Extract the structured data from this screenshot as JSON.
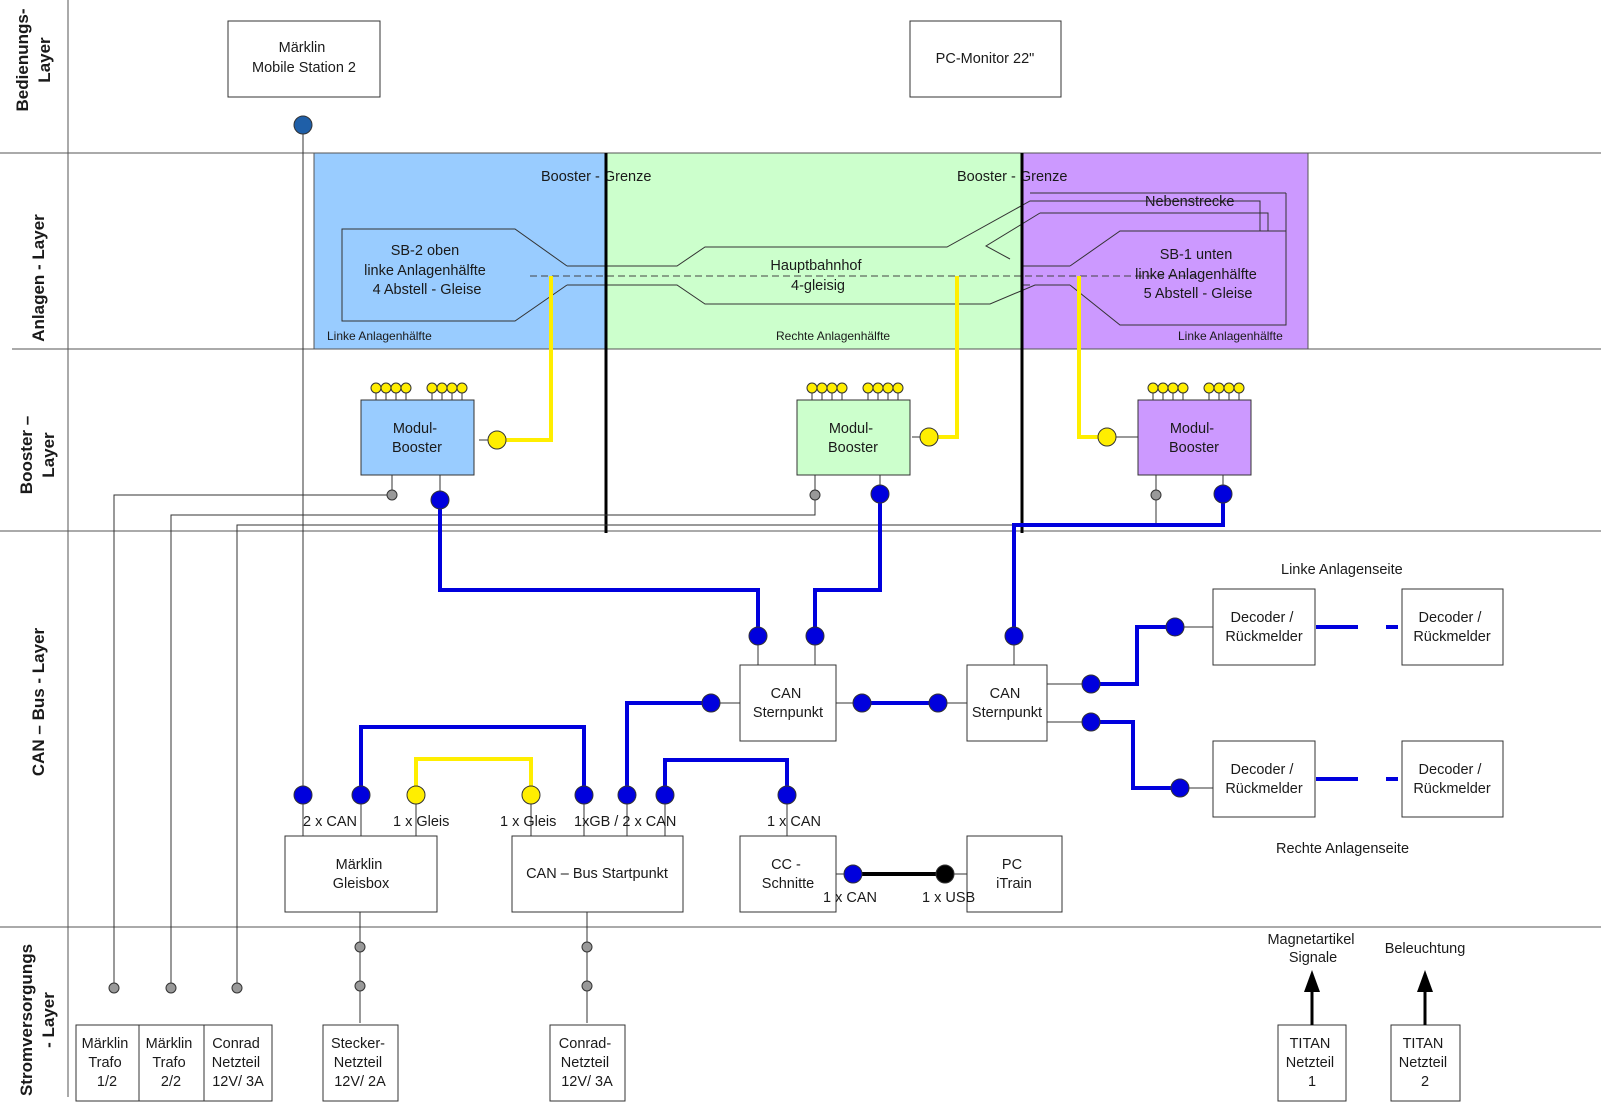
{
  "layers": [
    {
      "label": "Bedienungs-",
      "label2": "Layer"
    },
    {
      "label": "Anlagen - Layer"
    },
    {
      "label": "Booster –",
      "label2": "Layer"
    },
    {
      "label": "CAN – Bus - Layer"
    },
    {
      "label": "Stromversorgungs",
      "label2": "- Layer"
    }
  ],
  "bedienung": {
    "mobile_station": [
      "Märklin",
      "Mobile Station 2"
    ],
    "pc_monitor": "PC-Monitor 22\""
  },
  "anlagen": {
    "booster_grenze": [
      "Booster - Grenze",
      "Booster - Grenze"
    ],
    "zone_left": "Linke Anlagenhälfte",
    "zone_mid": "Rechte Anlagenhälfte",
    "zone_right": "Linke Anlagenhälfte",
    "sb2": [
      "SB-2 oben",
      "linke Anlagenhälfte",
      "4 Abstell - Gleise"
    ],
    "hbf": [
      "Hauptbahnhof",
      "4-gleisig"
    ],
    "nebenstrecke": "Nebenstrecke",
    "sb1": [
      "SB-1 unten",
      "linke Anlagenhälfte",
      "5 Abstell - Gleise"
    ]
  },
  "booster": {
    "label": [
      "Modul-",
      "Booster"
    ]
  },
  "can": {
    "stern": [
      "CAN",
      "Sternpunkt"
    ],
    "gleisbox": [
      "Märklin",
      "Gleisbox"
    ],
    "startpunkt": "CAN – Bus Startpunkt",
    "cc": [
      "CC -",
      "Schnitte"
    ],
    "pc": [
      "PC",
      "iTrain"
    ],
    "port_2can": "2 x CAN",
    "port_gleis_a": "1 x Gleis",
    "port_gleis_b": "1 x Gleis",
    "port_gb": "1xGB / 2 x CAN",
    "port_1can": "1 x CAN",
    "port_cc_can": "1 x CAN",
    "port_usb": "1 x USB",
    "decoder": [
      "Decoder /",
      "Rückmelder"
    ],
    "side_left": "Linke Anlagenseite",
    "side_right": "Rechte Anlagenseite"
  },
  "strom": {
    "trafo1": [
      "Märklin",
      "Trafo",
      "1/2"
    ],
    "trafo2": [
      "Märklin",
      "Trafo",
      "2/2"
    ],
    "conrad1": [
      "Conrad",
      "Netzteil",
      "12V/ 3A"
    ],
    "stecker": [
      "Stecker-",
      "Netzteil",
      "12V/ 2A"
    ],
    "conrad2": [
      "Conrad-",
      "Netzteil",
      "12V/ 3A"
    ],
    "magnet": [
      "Magnetartikel",
      "Signale"
    ],
    "beleuchtung": "Beleuchtung",
    "titan1": [
      "TITAN",
      "Netzteil",
      "1"
    ],
    "titan2": [
      "TITAN",
      "Netzteil",
      "2"
    ]
  },
  "colors": {
    "zone_blue": "#99ccff",
    "zone_green": "#ccffcc",
    "zone_purple": "#cc99ff",
    "can_wire": "#0000dd",
    "track_wire": "#ffee00",
    "power_wire": "#333333"
  }
}
